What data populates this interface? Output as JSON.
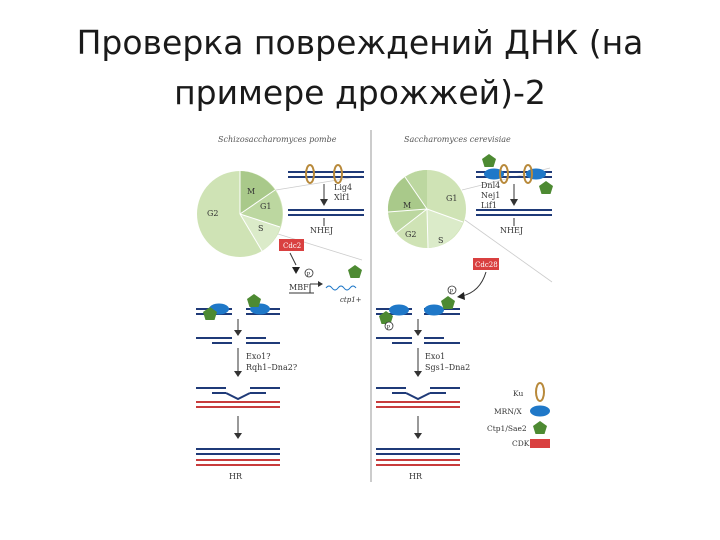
{
  "slide": {
    "title_line1": "Проверка повреждений ДНК (на",
    "title_line2": "примере дрожжей)-2"
  },
  "diagram": {
    "left_panel": {
      "organism": "Schizosaccharomyces pombe",
      "phases": {
        "g2": "G2",
        "m": "M",
        "g1": "G1",
        "s": "S"
      },
      "nhej_factors": [
        "Lig4",
        "Xlf1"
      ],
      "nhej_label": "NHEJ",
      "cdk_label": "Cdc2",
      "phospho_label": "P",
      "mbf_label": "MBF",
      "gene_label": "ctp1+",
      "resection_factors": [
        "Exo1?",
        "Rqh1–Dna2?"
      ],
      "hr_label": "HR"
    },
    "right_panel": {
      "organism": "Saccharomyces cerevisiae",
      "phases": {
        "m": "M",
        "g1": "G1",
        "g2": "G2",
        "s": "S"
      },
      "nhej_factors": [
        "Dnl4",
        "Nej1",
        "Lif1"
      ],
      "nhej_label": "NHEJ",
      "cdk_label": "Cdc28",
      "phospho_label": "P",
      "resection_factors": [
        "Exo1",
        "Sgs1–Dna2"
      ],
      "hr_label": "HR"
    },
    "legend": [
      {
        "label": "Ku",
        "symbol": "ku-ring"
      },
      {
        "label": "MRN/X",
        "symbol": "blue-oval"
      },
      {
        "label": "Ctp1/Sae2",
        "symbol": "green-pentagon"
      },
      {
        "label": "CDK",
        "symbol": "red-rect"
      }
    ],
    "colors": {
      "pie_light": "#cfe3b5",
      "pie_dark": "#a9c98a",
      "dna_navy": "#1f3a78",
      "dna_red": "#c83c3c",
      "ku_ring": "#b8893a",
      "mrn_blue": "#1f78c8",
      "ctp1_green": "#4d8a32",
      "cdk_red": "#d94040"
    }
  }
}
